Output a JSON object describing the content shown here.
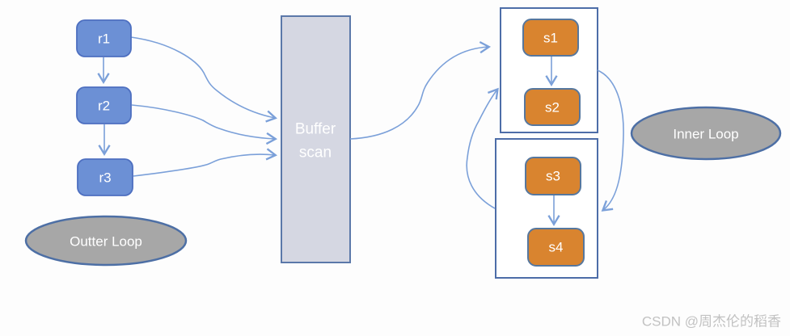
{
  "nodes": {
    "r1": {
      "label": "r1"
    },
    "r2": {
      "label": "r2"
    },
    "r3": {
      "label": "r3"
    },
    "s1": {
      "label": "s1"
    },
    "s2": {
      "label": "s2"
    },
    "s3": {
      "label": "s3"
    },
    "s4": {
      "label": "s4"
    }
  },
  "buffer": {
    "label_line1": "Buffer",
    "label_line2": "scan"
  },
  "ellipses": {
    "outer": {
      "label": "Outter Loop"
    },
    "inner": {
      "label": "Inner Loop"
    }
  },
  "watermark": "CSDN @周杰伦的稻香",
  "edges": [
    {
      "from": "r1",
      "to": "r2"
    },
    {
      "from": "r2",
      "to": "r3"
    },
    {
      "from": "r1",
      "to": "buffer-scan"
    },
    {
      "from": "r2",
      "to": "buffer-scan"
    },
    {
      "from": "r3",
      "to": "buffer-scan"
    },
    {
      "from": "buffer-scan",
      "to": "group-s1-s2"
    },
    {
      "from": "s1",
      "to": "s2"
    },
    {
      "from": "s3",
      "to": "s4"
    },
    {
      "from": "group-s1-s2",
      "to": "group-s3-s4"
    },
    {
      "from": "group-s3-s4",
      "to": "group-s1-s2"
    }
  ],
  "colors": {
    "bg": "#fdfdfd",
    "node-blue-fill": "#6c90d5",
    "node-blue-stroke": "#4d6fc0",
    "node-orange-fill": "#d9842f",
    "node-orange-stroke": "#56779e",
    "container-stroke": "#4d6da8",
    "buffer-fill": "#d5d7e2",
    "buffer-stroke": "#5b78a9",
    "ellipse-fill": "#a7a7a7",
    "ellipse-stroke": "#4d6fa5",
    "arrow": "#7ba0d9",
    "watermark": "#c2c2c2"
  }
}
